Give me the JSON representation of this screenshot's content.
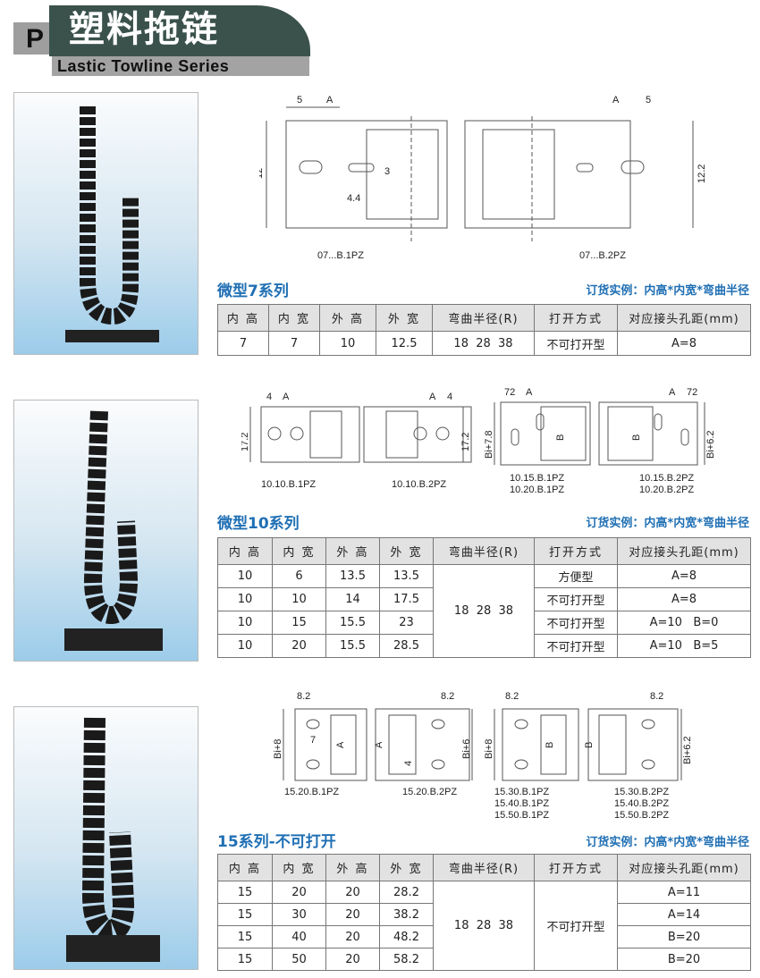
{
  "header": {
    "letter": "P",
    "title_cn": "塑料拖链",
    "title_en": "Lastic Towline Series"
  },
  "order_example": "订货实例：内高*内宽*弯曲半径",
  "columns": [
    "内 高",
    "内 宽",
    "外 高",
    "外 宽",
    "弯曲半径(R)",
    "打开方式",
    "对应接头孔距(mm)"
  ],
  "s1": {
    "title": "微型7系列",
    "drawing": {
      "d5a": "5",
      "dA": "A",
      "dh": "12",
      "d3": "3",
      "d44": "4.4",
      "dh2": "12.2",
      "lbl1": "07...B.1PZ",
      "lbl2": "07...B.2PZ"
    },
    "rows": [
      [
        "7",
        "7",
        "10",
        "12.5",
        "18  28  38",
        "不可打开型",
        "A=8"
      ]
    ]
  },
  "s2": {
    "title": "微型10系列",
    "drawing": {
      "d4": "4",
      "dA": "A",
      "dh": "17.2",
      "d72": "72",
      "dB": "B",
      "bi78": "Bi+7.8",
      "bi62": "Bi+6.2",
      "l1": "10.10.B.1PZ",
      "l2": "10.10.B.2PZ",
      "l3": "10.15.B.1PZ",
      "l4": "10.20.B.1PZ",
      "l5": "10.15.B.2PZ",
      "l6": "10.20.B.2PZ"
    },
    "radius": "18  28  38",
    "rows": [
      [
        "10",
        "6",
        "13.5",
        "13.5",
        "方便型",
        "A=8"
      ],
      [
        "10",
        "10",
        "14",
        "17.5",
        "不可打开型",
        "A=8"
      ],
      [
        "10",
        "15",
        "15.5",
        "23",
        "不可打开型",
        "A=10   B=0"
      ],
      [
        "10",
        "20",
        "15.5",
        "28.5",
        "不可打开型",
        "A=10   B=5"
      ]
    ]
  },
  "s3": {
    "title": "15系列-不可打开",
    "drawing": {
      "d82": "8.2",
      "d7": "7",
      "dA": "A",
      "d4": "4",
      "dB": "B",
      "bi8": "Bi+8",
      "bi6": "Bi+6",
      "bi62": "Bi+6.2",
      "l1": "15.20.B.1PZ",
      "l2": "15.20.B.2PZ",
      "l3": "15.30.B.1PZ",
      "l4": "15.40.B.1PZ",
      "l5": "15.50.B.1PZ",
      "l6": "15.30.B.2PZ",
      "l7": "15.40.B.2PZ",
      "l8": "15.50.B.2PZ"
    },
    "radius": "18  28  38",
    "open": "不可打开型",
    "rows": [
      [
        "15",
        "20",
        "20",
        "28.2",
        "A=11"
      ],
      [
        "15",
        "30",
        "20",
        "38.2",
        "A=14"
      ],
      [
        "15",
        "40",
        "20",
        "48.2",
        "B=20"
      ],
      [
        "15",
        "50",
        "20",
        "58.2",
        "B=20"
      ]
    ]
  }
}
